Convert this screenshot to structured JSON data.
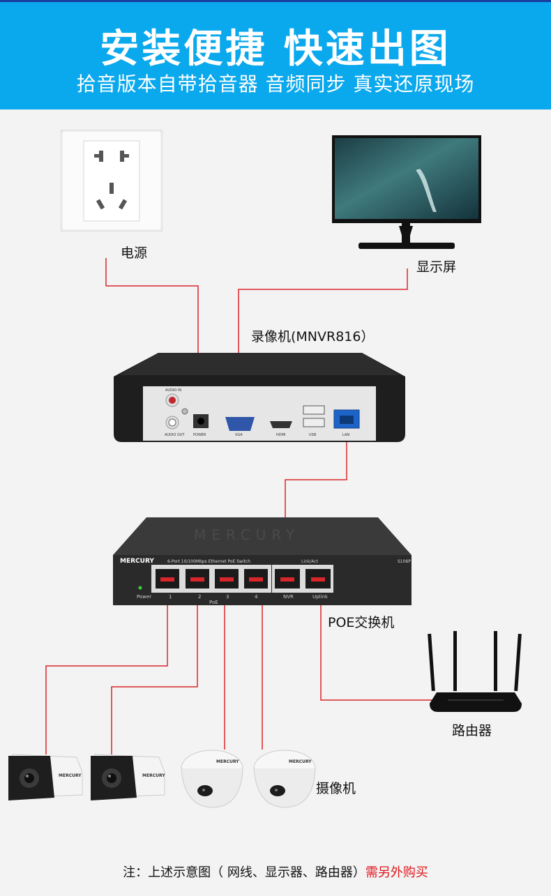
{
  "header": {
    "title": "安装便捷 快速出图",
    "subtitle": "拾音版本自带拾音器  音频同步  真实还原现场"
  },
  "labels": {
    "power": "电源",
    "monitor": "显示屏",
    "nvr": "录像机(MNVR816）",
    "switch": "POE交换机",
    "router": "路由器",
    "camera": "摄像机"
  },
  "nvr_panel": {
    "audio_in": "AUDIO IN",
    "audio_out": "AUDIO OUT",
    "power": "POWER",
    "vga": "VGA",
    "hdmi": "HDMI",
    "usb": "USB",
    "lan": "LAN"
  },
  "switch_panel": {
    "brand": "MERCURY",
    "description": "6-Port 10/100Mbps Ethernet PoE Switch",
    "model": "S106P",
    "link_act": "Link/Act",
    "power": "Power",
    "ports": [
      "1",
      "2",
      "3",
      "4"
    ],
    "poe": "PoE",
    "nvr": "NVR",
    "uplink": "Uplink",
    "top_brand": "MERCURY"
  },
  "camera_brand": "MERCURY",
  "footer": {
    "note": "注：上述示意图（ 网线、显示器、路由器）",
    "highlight": "需另外购买"
  },
  "colors": {
    "header_bg": "#0aa8ec",
    "wire": "#d9262b",
    "highlight": "#e0161b"
  }
}
